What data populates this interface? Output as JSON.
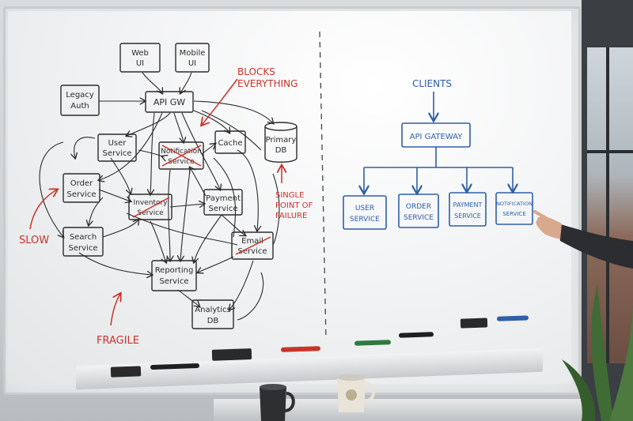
{
  "left_diagram": {
    "nodes": {
      "web_ui": [
        "Web",
        "UI"
      ],
      "mobile_ui": [
        "Mobile",
        "UI"
      ],
      "legacy_auth": [
        "Legacy",
        "Auth"
      ],
      "api_gw": [
        "API GW"
      ],
      "user_service": [
        "User",
        "Service"
      ],
      "notification_service": [
        "Notification",
        "Service"
      ],
      "cache": [
        "Cache"
      ],
      "primary_db": [
        "Primary",
        "DB"
      ],
      "order_service": [
        "Order",
        "Service"
      ],
      "inventory_service": [
        "Inventory",
        "Service"
      ],
      "payment_service": [
        "Payment",
        "Service"
      ],
      "search_service": [
        "Search",
        "Service"
      ],
      "email_service": [
        "Email",
        "Service"
      ],
      "reporting_service": [
        "Reporting",
        "Service"
      ],
      "analytics_db": [
        "Analytics",
        "DB"
      ]
    },
    "annotations": {
      "blocks": [
        "BLOCKS",
        "EVERYTHING"
      ],
      "spof": [
        "SINGLE",
        "POINT OF",
        "FAILURE"
      ],
      "slow": "SLOW",
      "fragile": "FRAGILE"
    }
  },
  "right_diagram": {
    "clients": "CLIENTS",
    "gateway": "API GATEWAY",
    "services": [
      [
        "USER",
        "SERVICE"
      ],
      [
        "ORDER",
        "SERVICE"
      ],
      [
        "PAYMENT",
        "SERVICE"
      ],
      [
        "NOTIFICATION",
        "SERVICE"
      ]
    ]
  },
  "colors": {
    "ink_black": "#2b2b2b",
    "ink_red": "#c8342a",
    "ink_blue": "#2f5fa8"
  }
}
